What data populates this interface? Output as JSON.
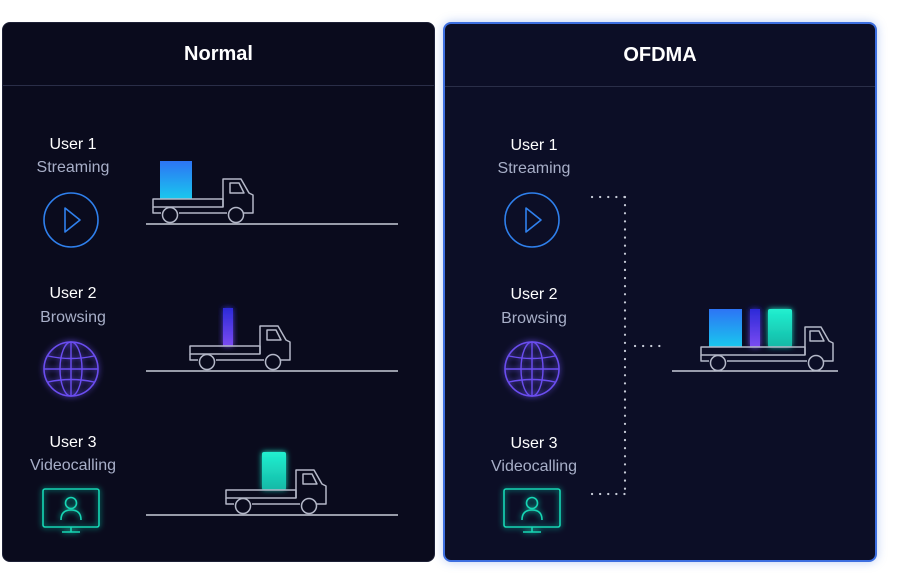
{
  "panels": {
    "normal": {
      "title": "Normal"
    },
    "ofdma": {
      "title": "OFDMA"
    }
  },
  "users": [
    {
      "name": "User 1",
      "activity": "Streaming",
      "icon": "play-icon",
      "color": "#2f80ed"
    },
    {
      "name": "User 2",
      "activity": "Browsing",
      "icon": "globe-icon",
      "color": "#6b4ef0"
    },
    {
      "name": "User 3",
      "activity": "Videocalling",
      "icon": "monitor-user-icon",
      "color": "#18d6b4"
    }
  ],
  "colors": {
    "panel_bg": "#0a0b1d",
    "ofdma_border": "#3d6fe0",
    "truck_stroke": "#b4b8c8",
    "dots": "#c8ccd8"
  }
}
